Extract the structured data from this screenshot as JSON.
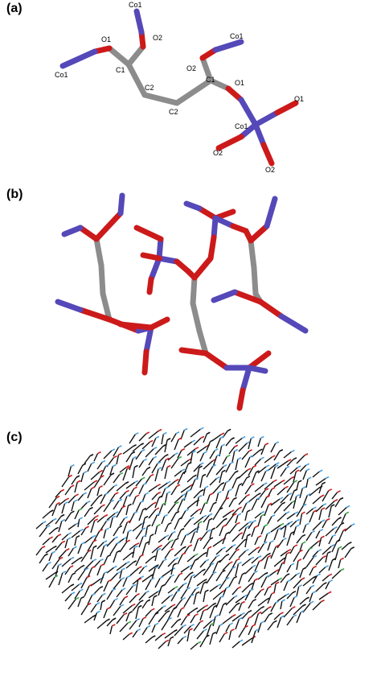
{
  "figure": {
    "panels": [
      {
        "id": "a",
        "label": "(a)"
      },
      {
        "id": "b",
        "label": "(b)"
      },
      {
        "id": "c",
        "label": "(c)"
      }
    ],
    "atom_labels": {
      "co1_top": "Co1",
      "o2_top": "O2",
      "o1_left": "O1",
      "c1_left": "C1",
      "co1_left": "Co1",
      "c2_left": "C2",
      "c2_right": "C2",
      "co1_right_top": "Co1",
      "o2_right": "O2",
      "c1_right": "C1",
      "o1_right": "O1",
      "o1_far": "O1",
      "co1_center": "Co1",
      "o2_lower_left": "O2",
      "o2_bottom": "O2"
    },
    "colors": {
      "carbon": "#8c8c8c",
      "oxygen": "#cc1a1a",
      "cobalt": "#5548b8",
      "nitrogen_like": "#4aa0e0",
      "bond_dark": "#111111",
      "green": "#3aa845"
    }
  }
}
